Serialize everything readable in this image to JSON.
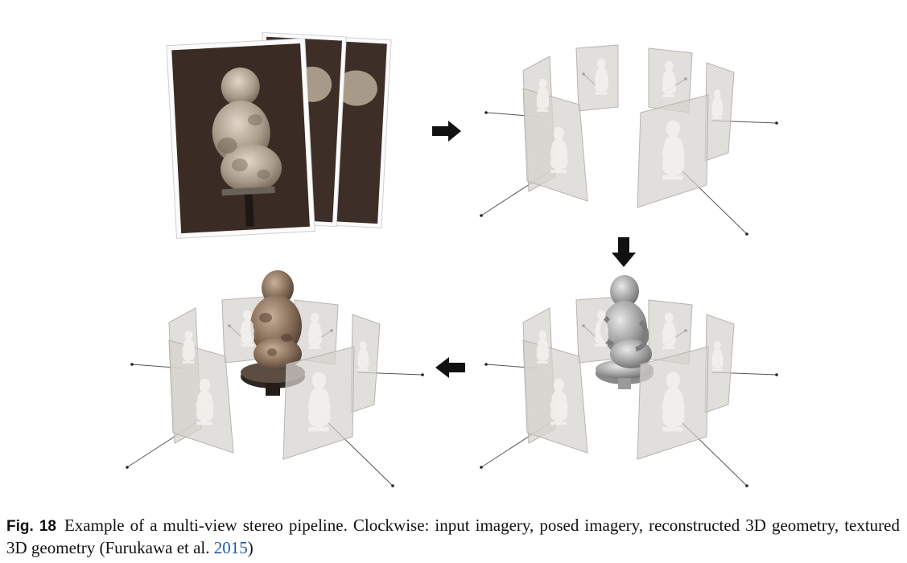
{
  "figure": {
    "label": "Fig. 18",
    "caption": "Example of a multi-view stereo pipeline. Clockwise: input imagery, posed imagery, reconstructed 3D geometry, textured 3D geometry (Furukawa et al. ",
    "citation_year": "2015",
    "caption_end": ")",
    "panels": [
      "input imagery",
      "posed imagery",
      "reconstructed 3D geometry",
      "textured 3D geometry"
    ],
    "colors": {
      "photo_background": "#3a2c25",
      "statue": "#a89b8c",
      "pose_plane": "#cfcbc8",
      "gray_model": "#9c9c9c",
      "textured_model": "#7a6553",
      "citation_link": "#1f5bb0"
    }
  }
}
